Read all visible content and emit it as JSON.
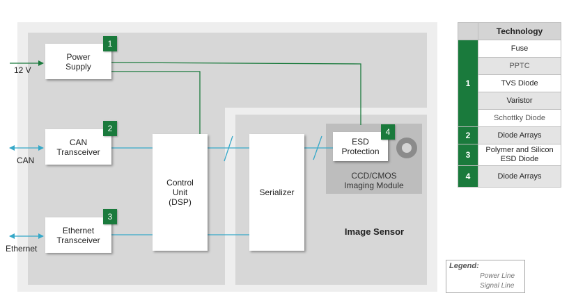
{
  "diagram": {
    "blocks": {
      "power_supply": "Power\nSupply",
      "can_transceiver": "CAN\nTransceiver",
      "ethernet_transceiver": "Ethernet\nTransceiver",
      "control_unit": "Control\nUnit\n(DSP)",
      "serializer": "Serializer",
      "esd_protection": "ESD\nProtection"
    },
    "badges": [
      "1",
      "2",
      "3",
      "4"
    ],
    "inputs": {
      "v12": "12 V",
      "can": "CAN",
      "ethernet": "Ethernet"
    },
    "imaging_module": "CCD/CMOS\nImaging Module",
    "image_sensor": "Image Sensor"
  },
  "table": {
    "header": "Technology",
    "groups": [
      {
        "num": "1",
        "items": [
          "Fuse",
          "PPTC",
          "TVS Diode",
          "Varistor",
          "Schottky Diode"
        ]
      },
      {
        "num": "2",
        "items": [
          "Diode Arrays"
        ]
      },
      {
        "num": "3",
        "items": [
          "Polymer and Silicon\nESD Diode"
        ]
      },
      {
        "num": "4",
        "items": [
          "Diode Arrays"
        ]
      }
    ]
  },
  "legend": {
    "title": "Legend:",
    "power": "Power Line",
    "signal": "Signal Line"
  },
  "colors": {
    "power_line": "#1a7a3c",
    "signal_line": "#36a8c8",
    "badge": "#1a7a3c"
  }
}
